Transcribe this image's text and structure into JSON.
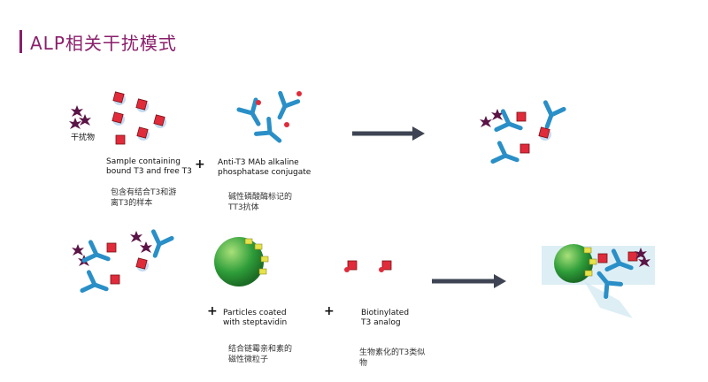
{
  "title": "ALP相关干扰模式",
  "colors": {
    "accent": "#8a1f6b",
    "antigen": "#e02b3a",
    "antibody": "#2a8fc7",
    "streptavidin": "#e7e24a",
    "bead": "#2f9e3a",
    "arrow": "#3e4453",
    "interferent": "#5a1446"
  },
  "labels": {
    "interferent": "干扰物",
    "sample_en": "Sample containing\nbound T3 and free T3",
    "sample_cn": "包含有结合T3和游\n离T3的样本",
    "conjugate_en": "Anti-T3 MAb alkaline\nphosphatase conjugate",
    "conjugate_cn": "碱性磷酸酶标记的\nTT3抗体",
    "particles_en": "Particles coated\nwith steptavidin",
    "particles_cn": "结合链霉亲和素的\n磁性微粒子",
    "analog_en": "Biotinylated\nT3 analog",
    "analog_cn": "生物素化的T3类似\n物"
  },
  "plus_sign": "+",
  "icons": [
    "interferent-star-icon",
    "antigen-square-icon",
    "antibody-y-icon",
    "streptavidin-bead-icon",
    "arrow-right-icon"
  ]
}
